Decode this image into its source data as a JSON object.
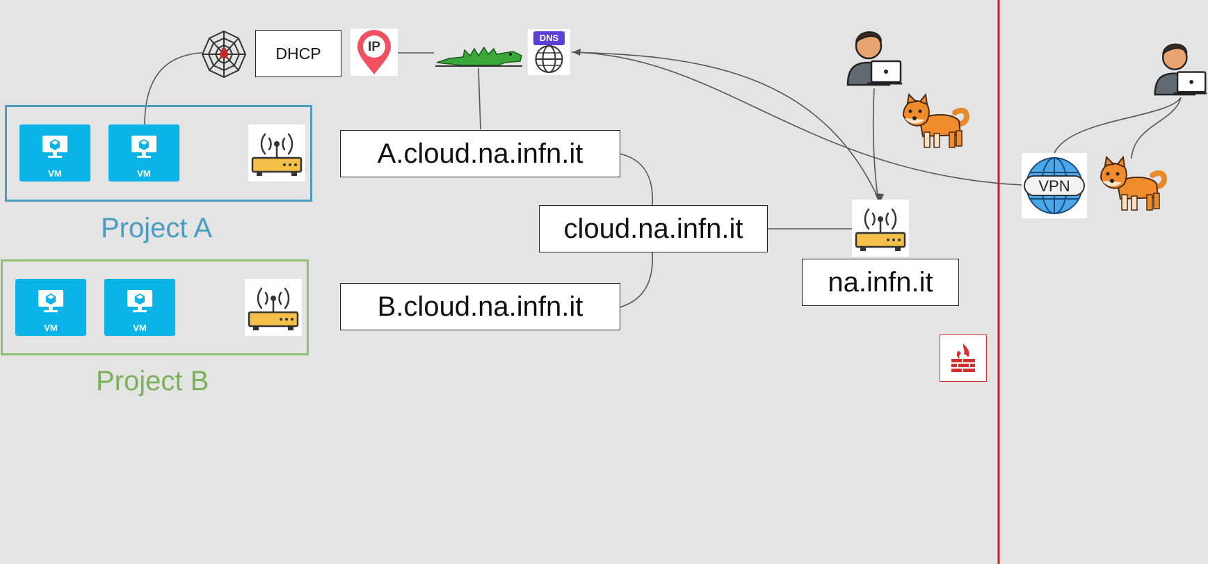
{
  "colors": {
    "background": "#e4e4e4",
    "project_a": "#4a9cc0",
    "project_b": "#8dc06e",
    "vm_tile": "#0ab4e8",
    "boundary_line": "#c81e1e",
    "firewall": "#d32f2f"
  },
  "services": {
    "dhcp_label": "DHCP",
    "ip_label": "IP",
    "dns_label": "DNS"
  },
  "domains": {
    "a": "A.cloud.na.infn.it",
    "cloud": "cloud.na.infn.it",
    "b": "B.cloud.na.infn.it",
    "na": "na.infn.it"
  },
  "projects": {
    "a": {
      "label": "Project A",
      "vm_labels": [
        "VM",
        "VM"
      ]
    },
    "b": {
      "label": "Project B",
      "vm_labels": [
        "VM",
        "VM"
      ]
    }
  },
  "vpn_label": "VPN",
  "icons": [
    "spider-web-icon",
    "ip-pin-icon",
    "crocodile-icon",
    "dns-globe-icon",
    "vm-icon",
    "router-icon",
    "user-laptop-icon",
    "shiba-dog-icon",
    "vpn-globe-icon",
    "firewall-icon"
  ]
}
